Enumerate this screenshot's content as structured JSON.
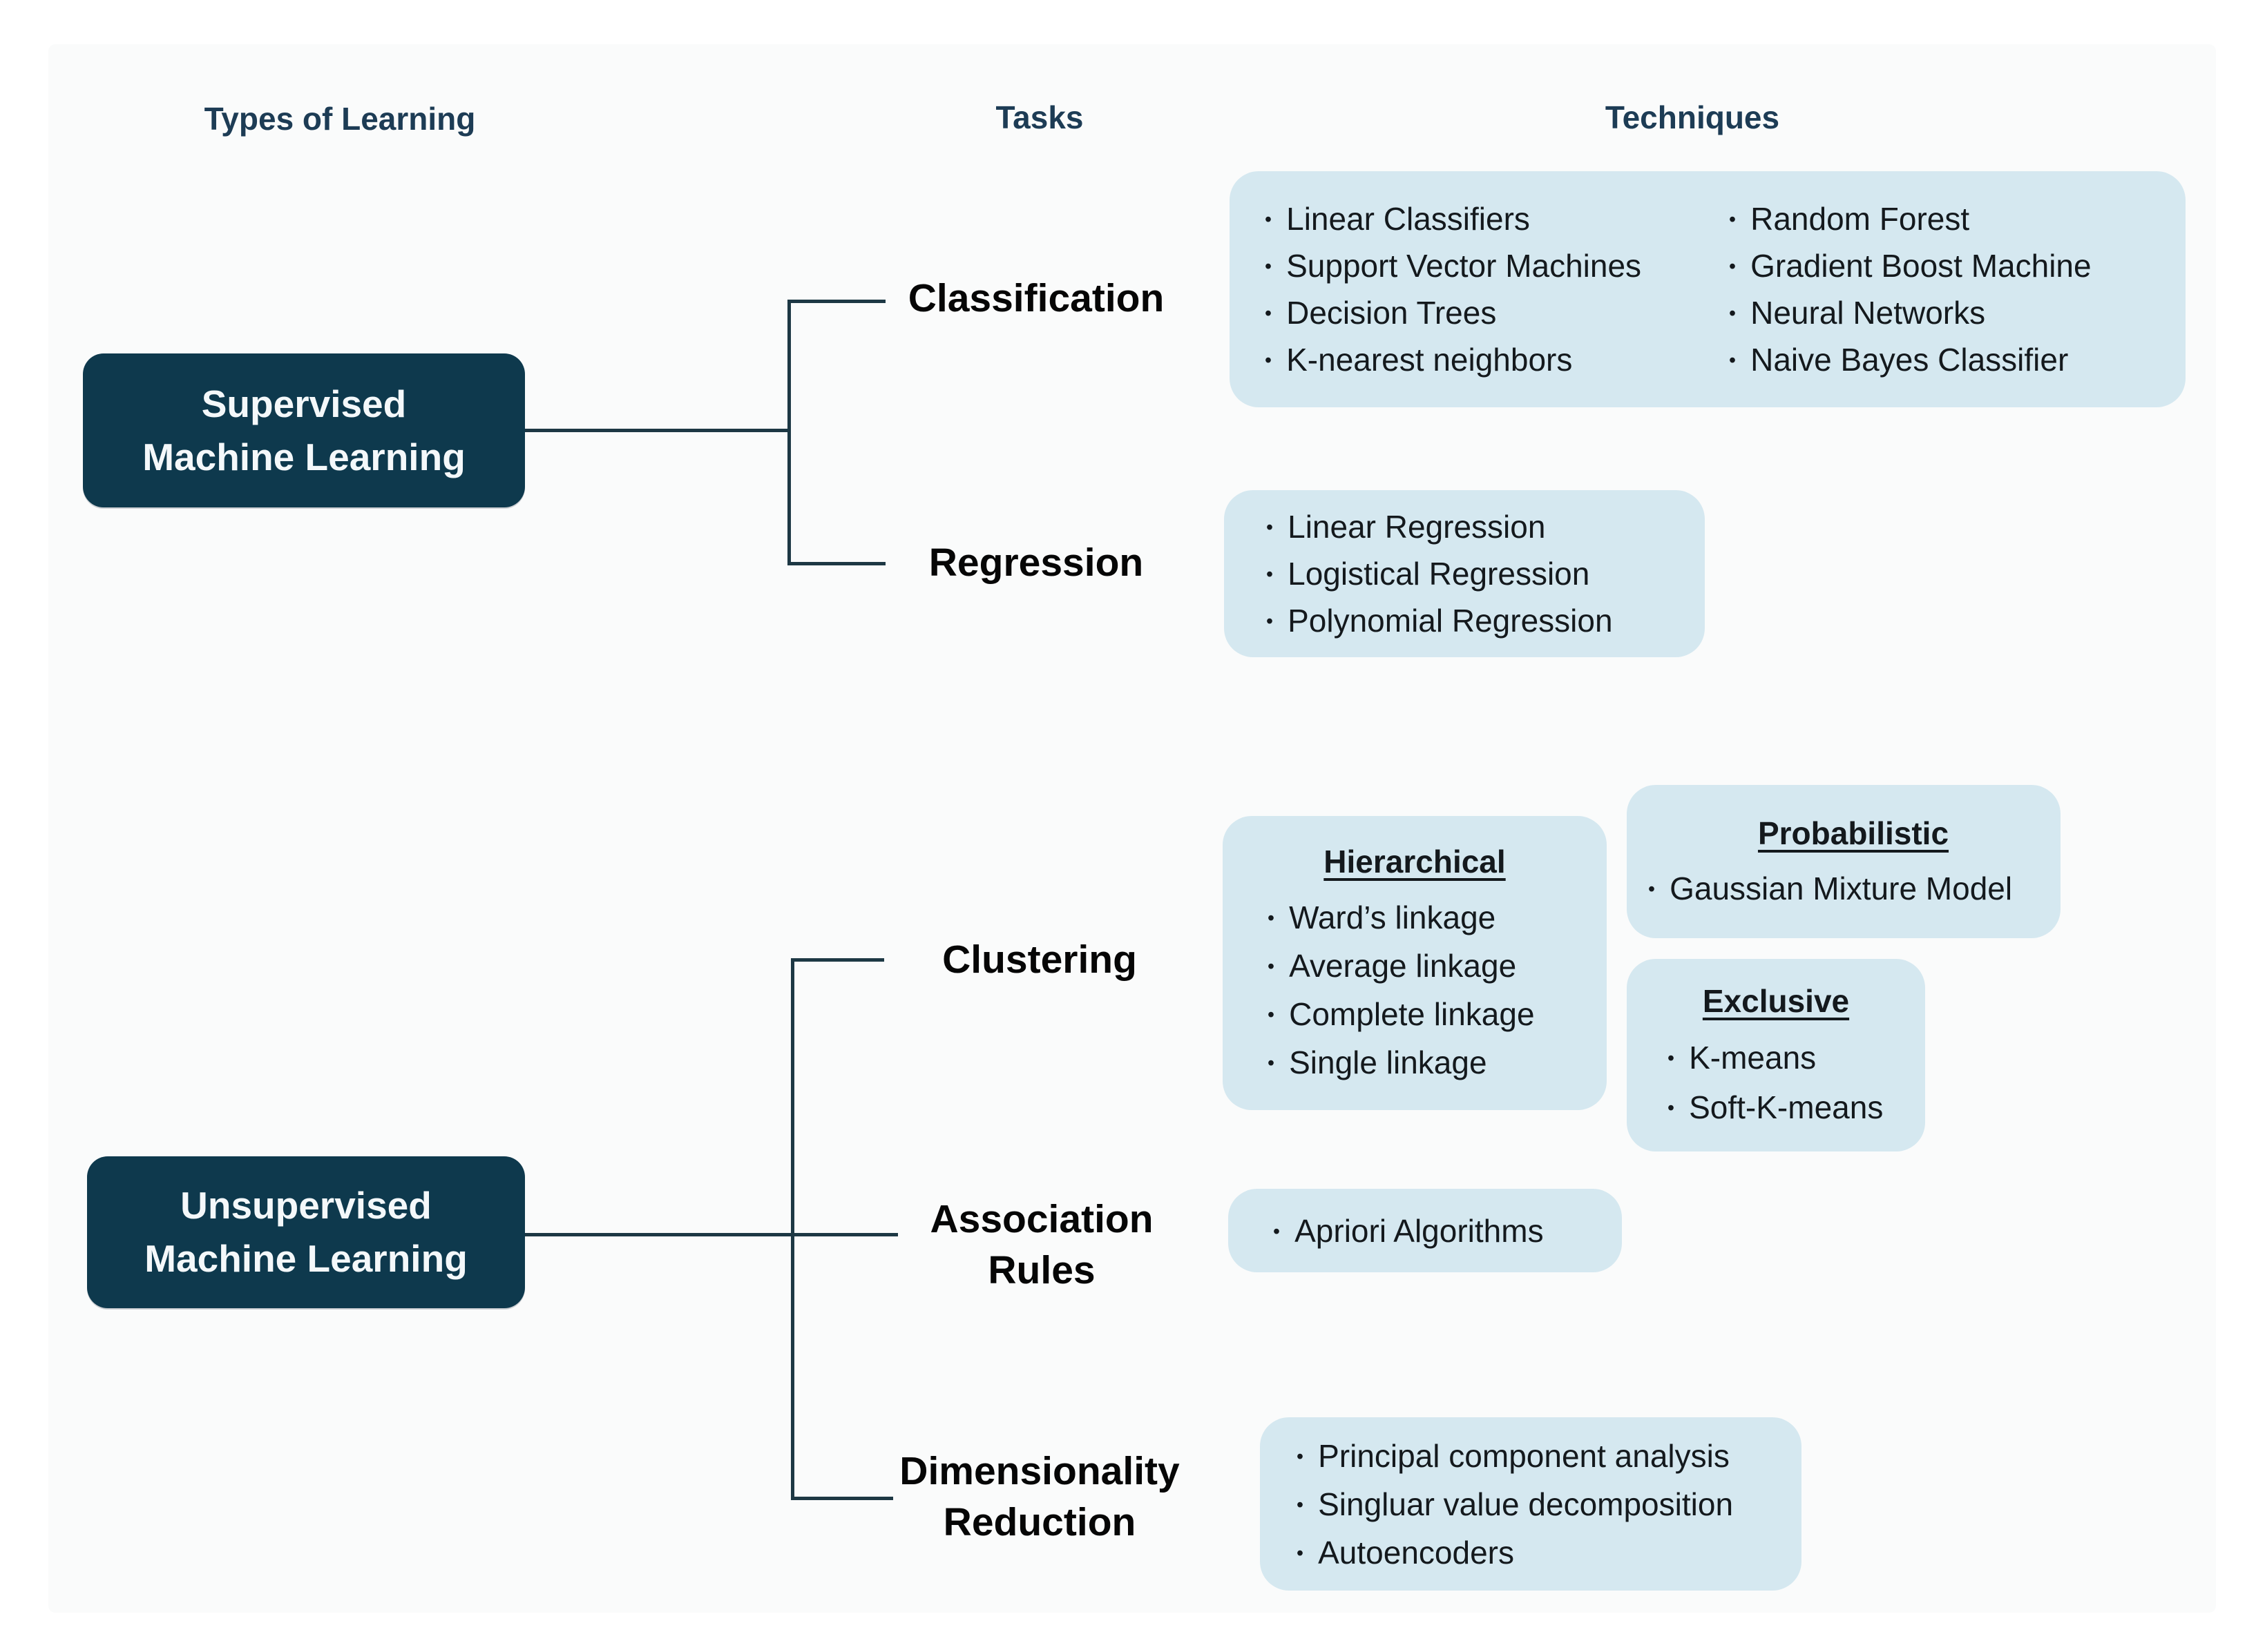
{
  "bullet": "•",
  "colors": {
    "type_box_fill": "#0e394d",
    "technique_box_fill": "#d5e8f0",
    "connector": "#1d3844",
    "header_text": "#1d3c55",
    "task_text": "#060606"
  },
  "headers": {
    "types_of_learning": "Types of Learning",
    "tasks": "Tasks",
    "techniques": "Techniques"
  },
  "learning_types": {
    "supervised": {
      "line1": "Supervised",
      "line2": "Machine Learning"
    },
    "unsupervised": {
      "line1": "Unsupervised",
      "line2": "Machine Learning"
    }
  },
  "tasks": {
    "classification": {
      "line1": "Classification"
    },
    "regression": {
      "line1": "Regression"
    },
    "clustering": {
      "line1": "Clustering"
    },
    "association": {
      "line1": "Association",
      "line2": "Rules"
    },
    "dimensionality": {
      "line1": "Dimensionality",
      "line2": "Reduction"
    }
  },
  "techniques": {
    "classification": {
      "col1": [
        "Linear Classifiers",
        "Support Vector Machines",
        "Decision Trees",
        "K-nearest neighbors"
      ],
      "col2": [
        "Random Forest",
        "Gradient Boost Machine",
        "Neural Networks",
        "Naive Bayes Classifier"
      ]
    },
    "regression": {
      "items": [
        "Linear Regression",
        "Logistical Regression",
        "Polynomial Regression"
      ]
    },
    "hierarchical": {
      "heading": "Hierarchical",
      "items": [
        "Ward’s linkage",
        "Average linkage",
        "Complete linkage",
        "Single linkage"
      ]
    },
    "probabilistic": {
      "heading": "Probabilistic",
      "items": [
        "Gaussian Mixture Model"
      ]
    },
    "exclusive": {
      "heading": "Exclusive",
      "items": [
        "K-means",
        "Soft-K-means"
      ]
    },
    "association": {
      "items": [
        "Apriori Algorithms"
      ]
    },
    "dimensionality": {
      "items": [
        "Principal component analysis",
        "Singluar value decomposition",
        "Autoencoders"
      ]
    }
  }
}
